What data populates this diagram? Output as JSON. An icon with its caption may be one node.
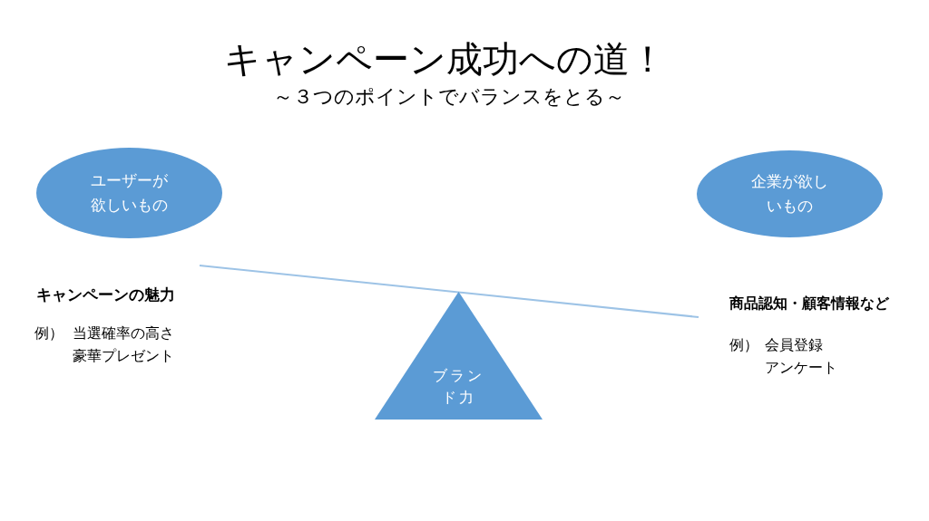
{
  "diagram": {
    "title": "キャンペーン成功への道！",
    "nodes": [
      {
        "text": [
          "ユーザーが欲しいもの"
        ]
      },
      {
        "text": [
          "企業が欲しいもの"
        ]
      },
      {
        "text": [
          "ブランド力"
        ]
      }
    ],
    "edges": [],
    "labels": [
      "～３つのポイントでバランスをとる～",
      "キャンペーンの魅力",
      "例）",
      "当選確率の高さ",
      "豪華プレゼント",
      "商品認知・顧客情報など",
      "例）",
      "会員登録",
      "アンケート"
    ]
  }
}
